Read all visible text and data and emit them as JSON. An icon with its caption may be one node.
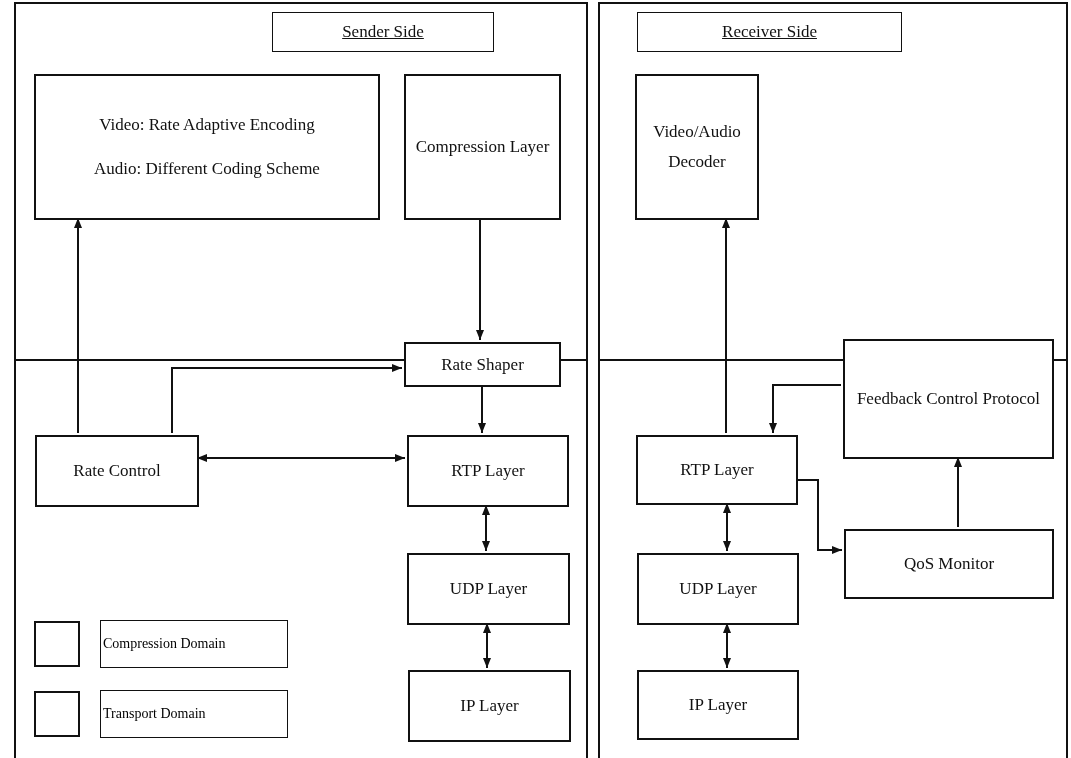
{
  "diagram": {
    "nodes": [
      {
        "text": [],
        "shape": "box"
      },
      {
        "text": [
          "Sender Side"
        ],
        "in": 0
      },
      {
        "text": [
          "Video: Rate Adaptive Encoding",
          "Audio: Different Coding Scheme"
        ],
        "in": 0
      },
      {
        "text": [
          "Compression Layer"
        ],
        "in": 0
      },
      {
        "text": [
          "Rate Shaper"
        ],
        "in": 0
      },
      {
        "text": [
          "Rate Control"
        ],
        "in": 0
      },
      {
        "text": [
          "RTP Layer"
        ],
        "in": 0
      },
      {
        "text": [
          "UDP Layer"
        ],
        "in": 0
      },
      {
        "text": [
          "IP Layer"
        ],
        "in": 0
      },
      {
        "text": [],
        "shape": "box"
      },
      {
        "text": [
          "Receiver Side"
        ],
        "in": 9
      },
      {
        "text": [
          "Video/Audio Decoder"
        ],
        "in": 9
      },
      {
        "text": [
          "Feedback Control Protocol"
        ],
        "in": 9
      },
      {
        "text": [
          "RTP Layer"
        ],
        "in": 9
      },
      {
        "text": [
          "UDP Layer"
        ],
        "in": 9
      },
      {
        "text": [
          "IP Layer"
        ],
        "in": 9
      },
      {
        "text": [
          "QoS Monitor"
        ],
        "in": 9
      }
    ],
    "edges": [
      {
        "from": 3,
        "to": 4,
        "arrow": "to"
      },
      {
        "from": 5,
        "to": 2,
        "arrow": "to"
      },
      {
        "from": 5,
        "to": 4,
        "arrow": "to"
      },
      {
        "from": 5,
        "to": 6,
        "arrow": "both"
      },
      {
        "from": 4,
        "to": 6,
        "arrow": "to"
      },
      {
        "from": 6,
        "to": 7,
        "arrow": "both"
      },
      {
        "from": 7,
        "to": 8,
        "arrow": "both"
      },
      {
        "from": 13,
        "to": 11,
        "arrow": "to"
      },
      {
        "from": 12,
        "to": 13,
        "arrow": "to"
      },
      {
        "from": 13,
        "to": 16,
        "arrow": "to"
      },
      {
        "from": 16,
        "to": 12,
        "arrow": "to"
      },
      {
        "from": 13,
        "to": 14,
        "arrow": "both"
      },
      {
        "from": 14,
        "to": 15,
        "arrow": "both"
      }
    ],
    "legend": [
      {
        "text": "Compression Domain"
      },
      {
        "text": "Transport Domain"
      }
    ]
  }
}
